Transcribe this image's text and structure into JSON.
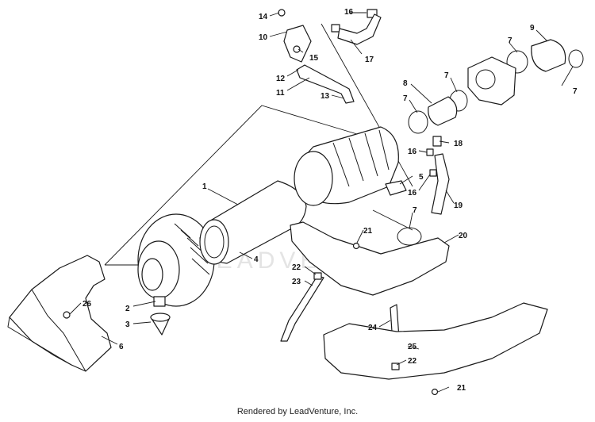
{
  "footer": {
    "text": "Rendered by LeadVenture, Inc."
  },
  "watermark": {
    "text": "LEADVENTURE"
  },
  "callouts": {
    "c1": "1",
    "c2": "2",
    "c3": "3",
    "c4": "4",
    "c5": "5",
    "c6": "6",
    "c7a": "7",
    "c7b": "7",
    "c7c": "7",
    "c7d": "7",
    "c7e": "7",
    "c8": "8",
    "c9": "9",
    "c10": "10",
    "c11": "11",
    "c12": "12",
    "c13": "13",
    "c14": "14",
    "c15": "15",
    "c16a": "16",
    "c16b": "16",
    "c16c": "16",
    "c17": "17",
    "c18": "18",
    "c19": "19",
    "c20": "20",
    "c21a": "21",
    "c21b": "21",
    "c22a": "22",
    "c22b": "22",
    "c23": "23",
    "c24": "24",
    "c25": "25",
    "c26": "26"
  },
  "colors": {
    "line": "#1a1a1a",
    "background": "#ffffff",
    "watermark": "#e4e4e4"
  }
}
